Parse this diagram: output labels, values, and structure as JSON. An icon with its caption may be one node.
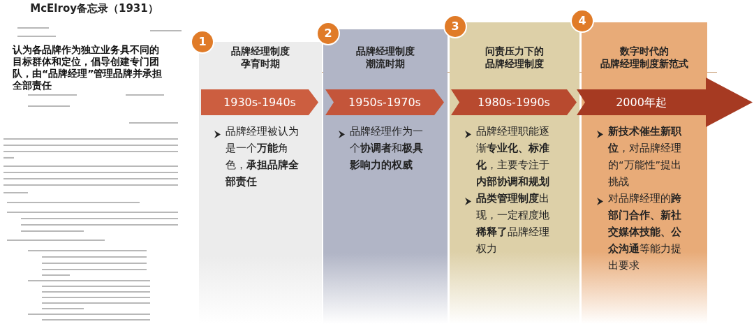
{
  "diagram": {
    "nodes": [
      {
        "text": [
          "McElroy备忘录（1931）",
          "认为各品牌作为独立业务具不同的目标群体和定位，倡导创建专门团队，由“品牌经理”管理品牌并承担全部责任"
        ]
      },
      {
        "text": [
          "品牌经理制度孕育时期",
          "品牌经理被认为是一个**万能**角色，**承担品牌全部责任**"
        ],
        "beside": [
          "1"
        ]
      },
      {
        "text": [
          "品牌经理制度潮流时期",
          "品牌经理作为一个**协调者**和**极具影响力的权威**"
        ],
        "beside": [
          "2"
        ]
      },
      {
        "text": [
          "问责压力下的品牌经理制度",
          "品牌经理职能逐渐**专业化、标准化**，主要专注于**内部协调和规划**",
          "**品类管理制度**出现，一定程度地**稀释了**品牌经理权力"
        ],
        "beside": [
          "3"
        ]
      },
      {
        "text": [
          "数字时代的品牌经理制度新范式",
          "**新技术催生新职位**，对品牌经理的“万能性”提出挑战",
          "对品牌经理的**跨部门合作、新社交媒体技能、公众沟通**等能力提出要求"
        ],
        "beside": [
          "4"
        ]
      },
      {
        "text": [
          "1930s-1940s"
        ],
        "in": 1
      },
      {
        "text": [
          "1950s-1970s"
        ],
        "in": 2
      },
      {
        "text": [
          "1980s-1990s"
        ],
        "in": 3
      },
      {
        "text": [
          "2000年起"
        ]
      }
    ]
  }
}
